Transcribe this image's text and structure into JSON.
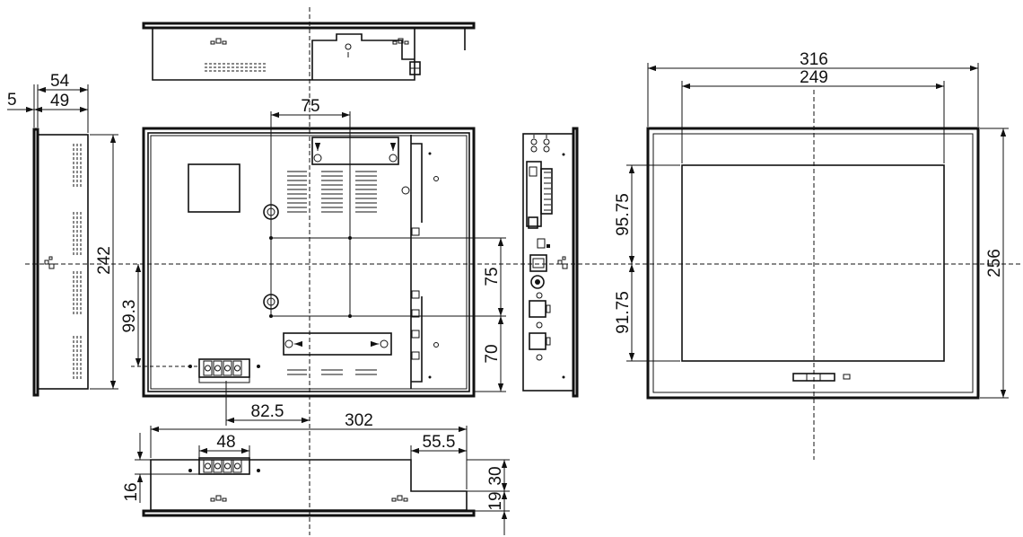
{
  "dimensions": {
    "top_offset_5": "5",
    "depth_54": "54",
    "depth_49": "49",
    "height_242": "242",
    "offset_99_3": "99.3",
    "mount_75_h": "75",
    "mount_75_v": "75",
    "offset_70": "70",
    "offset_82_5": "82.5",
    "width_302": "302",
    "offset_48": "48",
    "offset_55_5": "55.5",
    "height_30": "30",
    "height_19": "19",
    "height_16": "16",
    "width_316": "316",
    "width_249": "249",
    "offset_95_75": "95.75",
    "offset_91_75": "91.75",
    "height_256": "256"
  }
}
